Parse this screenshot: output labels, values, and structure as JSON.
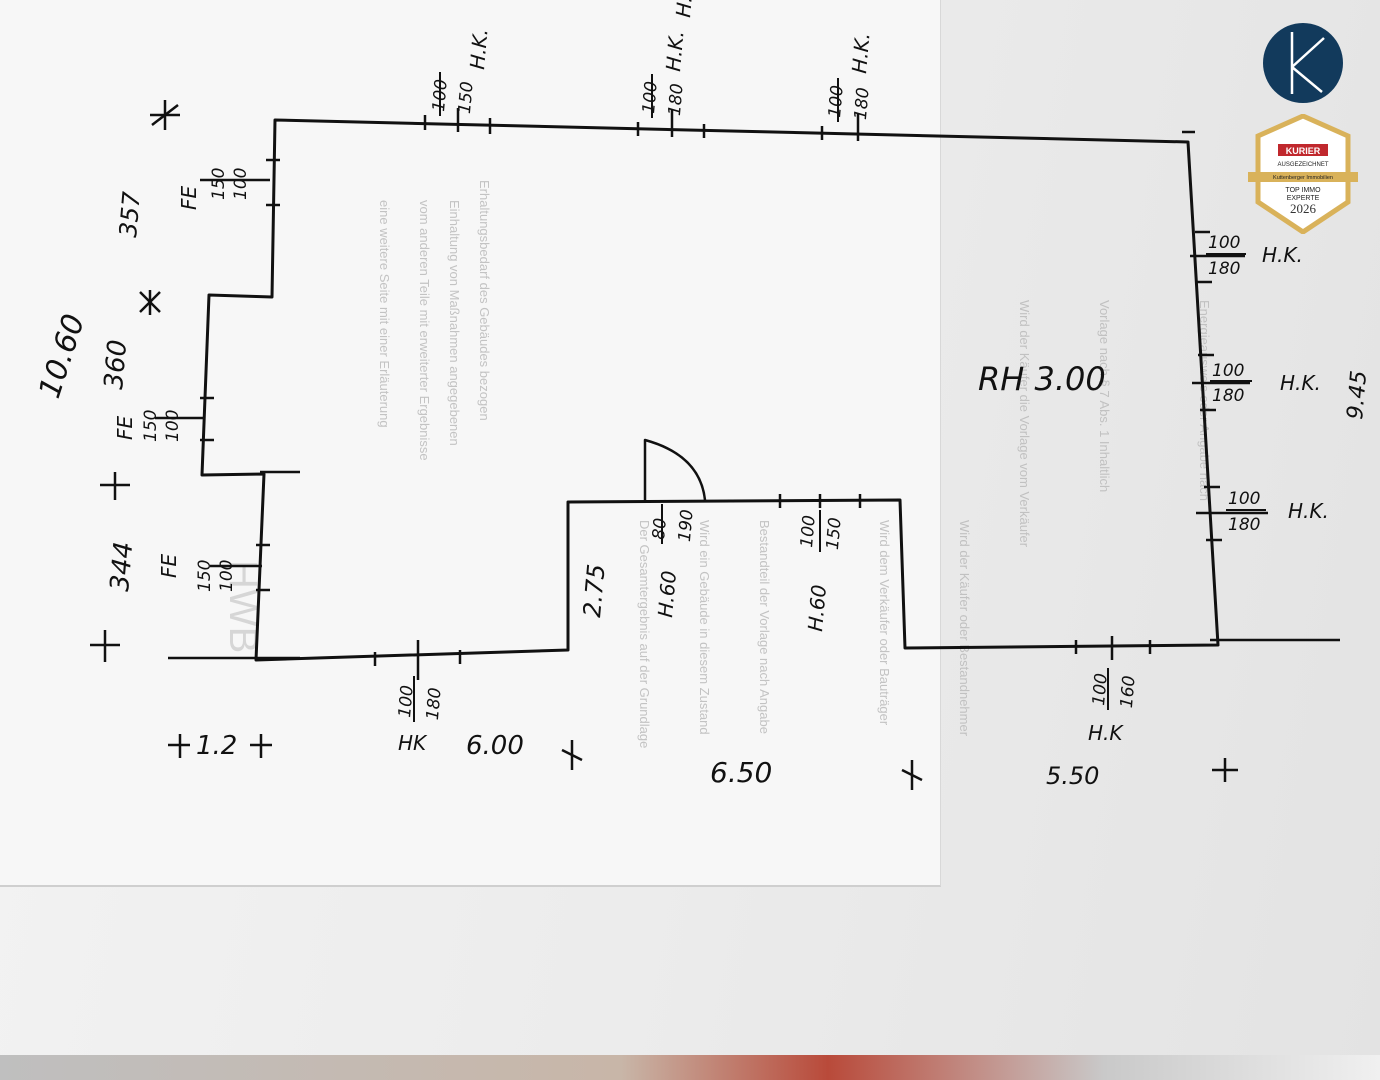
{
  "plan": {
    "dimensions": {
      "total_left": "10.60",
      "seg_344": "344",
      "seg_360": "360",
      "seg_357": "357",
      "bottom_12": "1.2",
      "bottom_600": "6.00",
      "bottom_650": "6.50",
      "bottom_550": "5.50",
      "right_945": "9.45",
      "room_height": "RH 3.00",
      "inner_wall": "2.75"
    },
    "markers": {
      "fe": "FE",
      "hk": "H.K.",
      "hk_short": "HK",
      "hk_nodot": "H.K",
      "h_low": "H.60"
    },
    "windows": {
      "w_top1": {
        "a": "100",
        "b": "150"
      },
      "w_top2": {
        "a": "100",
        "b": "180"
      },
      "w_top3": {
        "a": "100",
        "b": "180"
      },
      "w_right1": {
        "a": "100",
        "b": "180"
      },
      "w_right2": {
        "a": "100",
        "b": "180"
      },
      "w_right3": {
        "a": "100",
        "b": "180"
      },
      "w_bottom1": {
        "a": "100",
        "b": "180"
      },
      "w_bottom2": {
        "a": "100",
        "b": "160"
      },
      "w_left1": {
        "a": "100",
        "b": "150"
      },
      "w_left2": {
        "a": "100",
        "b": "150"
      },
      "w_left3": {
        "a": "100",
        "b": "150"
      },
      "w_inner1": {
        "a": "80",
        "b": "190"
      },
      "w_inner2": {
        "a": "100",
        "b": "150"
      }
    }
  },
  "badge": {
    "brand": "KURIER",
    "sub": "AUSGEZEICHNET",
    "company": "Kuttenberger Immobilien",
    "award1": "TOP IMMO",
    "award2": "EXPERTE",
    "year": "2026"
  },
  "colors": {
    "ink": "#111111",
    "logo_bg": "#123a5c",
    "badge_gold": "#d9b25a",
    "badge_red": "#c0282d"
  }
}
